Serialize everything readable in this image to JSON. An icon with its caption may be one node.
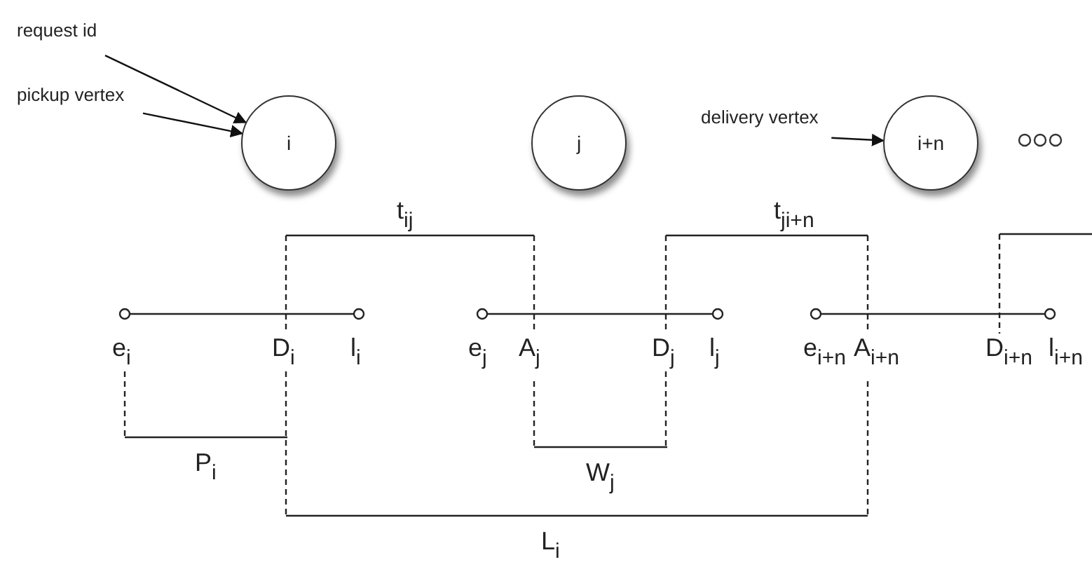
{
  "diagram": {
    "nodes": [
      {
        "text": [
          "request id"
        ]
      },
      {
        "text": [
          "pickup vertex"
        ]
      },
      {
        "text": [
          "i"
        ]
      },
      {
        "text": [
          "j"
        ]
      },
      {
        "text": [
          "delivery vertex"
        ]
      },
      {
        "text": [
          "i+n"
        ]
      }
    ],
    "edges": [
      {
        "from": 0,
        "to": 2,
        "arrow": "to"
      },
      {
        "from": 1,
        "to": 2,
        "arrow": "to"
      },
      {
        "from": 4,
        "to": 5,
        "arrow": "to"
      }
    ],
    "labels": [
      "t$_{ij}$",
      "t$_{ji+n}$",
      "e$_{i}$",
      "D$_{i}$",
      "l$_{i}$",
      "e$_{j}$",
      "A$_{j}$",
      "D$_{j}$",
      "l$_{j}$",
      "e$_{i+n}$",
      "A$_{i+n}$",
      "D$_{i+n}$",
      "l$_{i+n}$",
      "P$_{i}$",
      "W$_{j}$",
      "L$_{i}$"
    ]
  }
}
